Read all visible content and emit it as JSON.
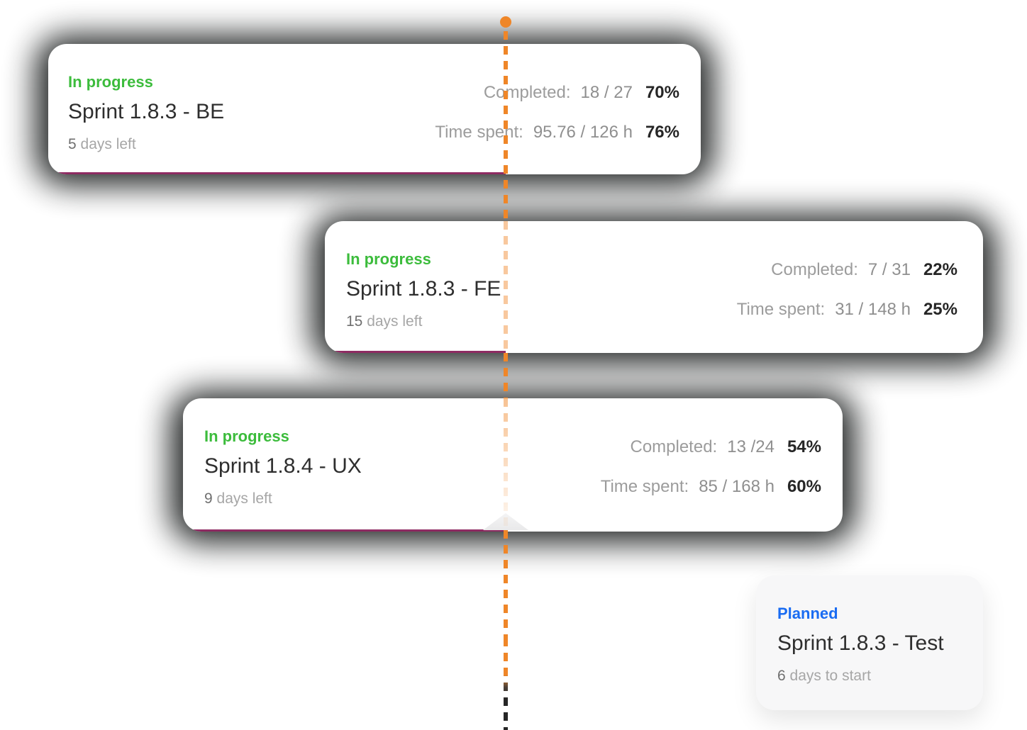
{
  "colors": {
    "green": "#3CBC3C",
    "blue": "#1A6CF2",
    "orange": "#EF8628",
    "magenta": "#8E2B62"
  },
  "timeline": {
    "marker": "current-day",
    "style": "dashed-vertical-line-with-dot"
  },
  "cards": [
    {
      "status": "In progress",
      "title": "Sprint 1.8.3 - BE",
      "meta_value": "5",
      "meta_text": " days left",
      "stats": [
        {
          "label": "Completed:",
          "value": "18 / 27",
          "percent": "70%"
        },
        {
          "label": "Time spent:",
          "value": "95.76 / 126 h",
          "percent": "76%"
        }
      ]
    },
    {
      "status": "In progress",
      "title": "Sprint 1.8.3 - FE",
      "meta_value": "15",
      "meta_text": " days left",
      "stats": [
        {
          "label": "Completed:",
          "value": "7 / 31",
          "percent": "22%"
        },
        {
          "label": "Time spent:",
          "value": "31 / 148 h",
          "percent": "25%"
        }
      ]
    },
    {
      "status": "In progress",
      "title": "Sprint 1.8.4 - UX",
      "meta_value": "9",
      "meta_text": " days left",
      "stats": [
        {
          "label": "Completed:",
          "value": "13 /24",
          "percent": "54%"
        },
        {
          "label": "Time spent:",
          "value": "85 / 168 h",
          "percent": "60%"
        }
      ]
    },
    {
      "status": "Planned",
      "title": "Sprint 1.8.3 - Test",
      "meta_value": "6",
      "meta_text": " days to start",
      "stats": []
    }
  ]
}
